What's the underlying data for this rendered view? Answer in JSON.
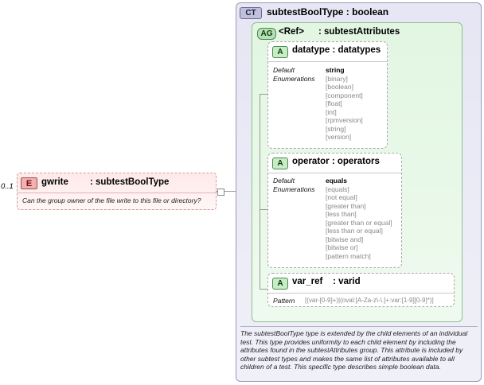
{
  "element": {
    "occurs": "0..1",
    "badge": "E",
    "name": "gwrite",
    "type": ": subtestBoolType",
    "doc": "Can the group owner of the file write to this file or directory?"
  },
  "complex_type": {
    "badge": "CT",
    "title": "subtestBoolType : boolean",
    "doc": "The subtestBoolType type is extended by the child elements of an individual test.  This type provides uniformity to each child element by including the attributes found in the subtestAttributes group.  This attribute is included by other subtest types and makes the same list of attributes available to all children of a test.  This specific type describes simple boolean data."
  },
  "attribute_group": {
    "badge": "AG",
    "ref": "<Ref>",
    "name": ": subtestAttributes"
  },
  "attributes": [
    {
      "badge": "A",
      "title": "datatype : datatypes",
      "default_label": "Default",
      "enum_label": "Enumerations",
      "default": "string",
      "values": [
        "[binary]",
        "[boolean]",
        "[component]",
        "[float]",
        "[int]",
        "[rpmversion]",
        "[string]",
        "[version]"
      ]
    },
    {
      "badge": "A",
      "title": "operator : operators",
      "default_label": "Default",
      "enum_label": "Enumerations",
      "default": "equals",
      "values": [
        "[equals]",
        "[not equal]",
        "[greater than]",
        "[less than]",
        "[greater than or equal]",
        "[less than or equal]",
        "[bitwise and]",
        "[bitwise or]",
        "[pattern match]"
      ]
    },
    {
      "badge": "A",
      "title": "var_ref    : varid",
      "pattern_label": "Pattern",
      "pattern": "[(var-[0-9]+)|(oval:[A-Za-z\\-\\.]+:var:[1-9][0-9]*)]"
    }
  ]
}
